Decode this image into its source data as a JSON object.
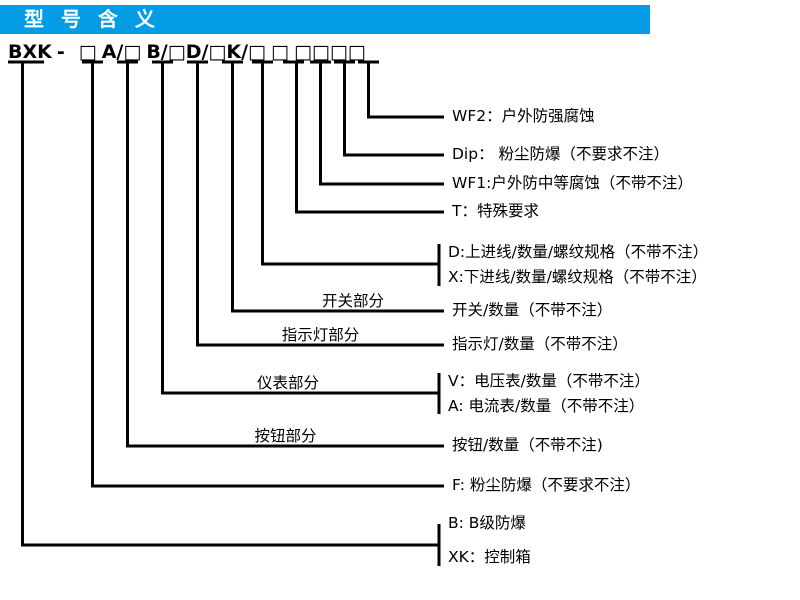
{
  "header": {
    "title": "型 号 含 义",
    "bar_color": "#039ce5",
    "text_color": "#ffffff"
  },
  "code": {
    "prefix": "BXK",
    "dash": "-",
    "segments": [
      "□",
      "A/",
      "□",
      "B/",
      "□",
      "D/",
      "□",
      "K/",
      "□",
      "□",
      "□",
      "□",
      "□",
      "□"
    ],
    "full_text": "BXK - □ A/□ B/□D/□K/□ □ □□□□"
  },
  "right_labels": [
    {
      "id": "wf2",
      "text": "WF2：户外防强腐蚀"
    },
    {
      "id": "dip",
      "text": "Dip： 粉尘防爆（不要求不注）"
    },
    {
      "id": "wf1",
      "text": "WF1:户外防中等腐蚀（不带不注）"
    },
    {
      "id": "t",
      "text": "T：特殊要求"
    },
    {
      "id": "d-inlet",
      "text": "D:上进线/数量/螺纹规格（不带不注）"
    },
    {
      "id": "x-inlet",
      "text": "X:下进线/数量/螺纹规格（不带不注）"
    },
    {
      "id": "switch",
      "text": "开关/数量（不带不注）"
    },
    {
      "id": "indicator",
      "text": "指示灯/数量（不带不注）"
    },
    {
      "id": "voltmeter",
      "text": "V：电压表/数量（不带不注）"
    },
    {
      "id": "ammeter",
      "text": "A: 电流表/数量（不带不注）"
    },
    {
      "id": "button",
      "text": "按钮/数量（不带不注)"
    },
    {
      "id": "dust",
      "text": "F: 粉尘防爆（不要求不注）"
    },
    {
      "id": "blevel",
      "text": "B: B级防爆"
    },
    {
      "id": "xk",
      "text": "XK：控制箱"
    }
  ],
  "mid_labels": [
    {
      "id": "switch-part",
      "text": "开关部分"
    },
    {
      "id": "indicator-part",
      "text": "指示灯部分"
    },
    {
      "id": "meter-part",
      "text": "仪表部分"
    },
    {
      "id": "button-part",
      "text": "按钮部分"
    }
  ]
}
